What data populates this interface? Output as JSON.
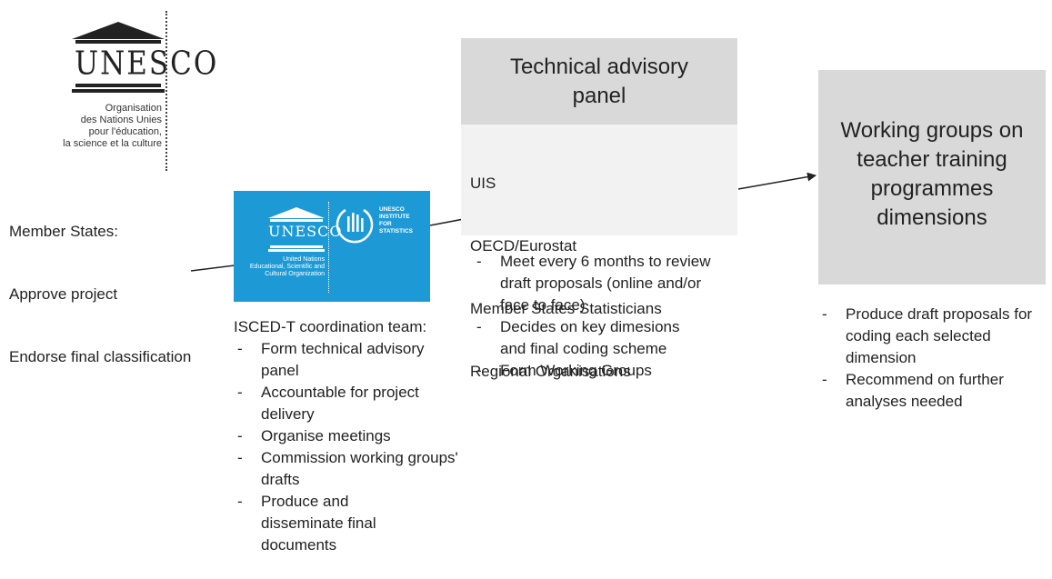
{
  "unesco_logo": {
    "wordmark": "UNESCO",
    "caption": [
      "Organisation",
      "des Nations Unies",
      "pour l'éducation,",
      "la science et la culture"
    ]
  },
  "member_states": {
    "lines": [
      "Member States:",
      "Approve project",
      "Endorse final classification"
    ]
  },
  "uis_logo": {
    "bg_color": "#1d9ad6",
    "wordmark": "UNESCO",
    "org_caption": [
      "United Nations",
      "Educational, Scientific and",
      "Cultural Organization"
    ],
    "institute": [
      "UNESCO",
      "INSTITUTE",
      "FOR",
      "STATISTICS"
    ]
  },
  "coordination_team": {
    "title": "ISCED-T coordination team:",
    "items": [
      "Form technical advisory panel",
      "Accountable for project delivery",
      "Organise meetings",
      "Commission working groups' drafts",
      "Produce and disseminate final documents"
    ]
  },
  "technical_panel": {
    "title": "Technical advisory panel",
    "members": [
      "UIS",
      "OECD/Eurostat",
      "Member States Statisticians",
      "Regional Organisations"
    ],
    "items": [
      "Meet every 6 months to review draft proposals (online and/or face to face)",
      "Decides on key dimesions and final coding scheme",
      "Form Working Groups"
    ]
  },
  "working_groups": {
    "title": "Working groups on teacher training programmes dimensions",
    "items": [
      "Produce draft proposals for coding each selected dimension",
      "Recommend on further analyses needed"
    ]
  }
}
